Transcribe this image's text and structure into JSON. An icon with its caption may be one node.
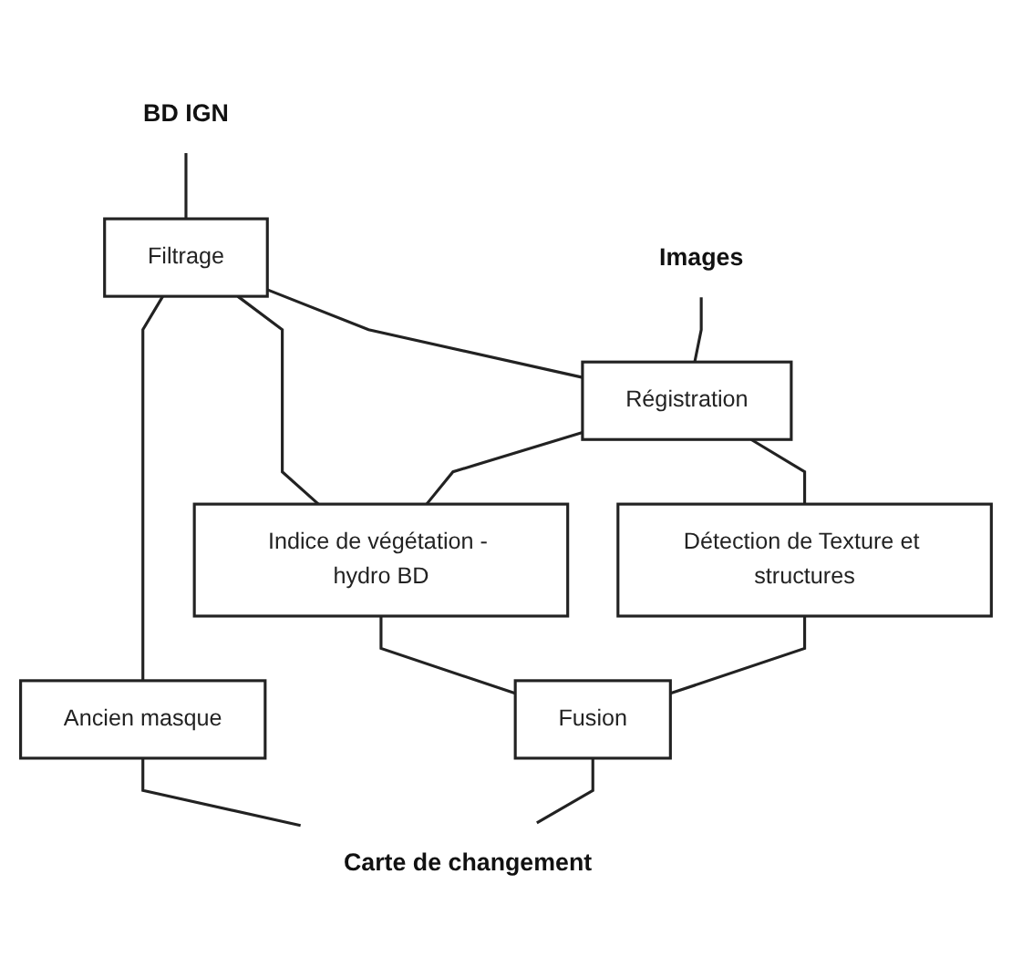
{
  "diagram": {
    "nodes": [
      {
        "text": [
          "BD IGN"
        ]
      },
      {
        "text": [
          "Images"
        ]
      },
      {
        "text": [
          "Filtrage"
        ]
      },
      {
        "text": [
          "Régistration"
        ]
      },
      {
        "text": [
          "Indice de végétation - hydro BD"
        ]
      },
      {
        "text": [
          "Détection de Texture et structures"
        ]
      },
      {
        "text": [
          "Ancien masque"
        ]
      },
      {
        "text": [
          "Fusion"
        ]
      },
      {
        "text": [
          "Carte de changement"
        ]
      }
    ],
    "edges": [
      {
        "from": 0,
        "to": 2,
        "arrow": "none"
      },
      {
        "from": 2,
        "to": 3,
        "arrow": "none"
      },
      {
        "from": 2,
        "to": 4,
        "arrow": "none"
      },
      {
        "from": 1,
        "to": 3,
        "arrow": "none"
      },
      {
        "from": 3,
        "to": 4,
        "arrow": "none"
      },
      {
        "from": 3,
        "to": 5,
        "arrow": "none"
      },
      {
        "from": 2,
        "to": 6,
        "arrow": "none"
      },
      {
        "from": 4,
        "to": 7,
        "arrow": "none"
      },
      {
        "from": 5,
        "to": 7,
        "arrow": "none"
      },
      {
        "from": 6,
        "to": 8,
        "arrow": "none"
      },
      {
        "from": 7,
        "to": 8,
        "arrow": "none"
      }
    ]
  }
}
